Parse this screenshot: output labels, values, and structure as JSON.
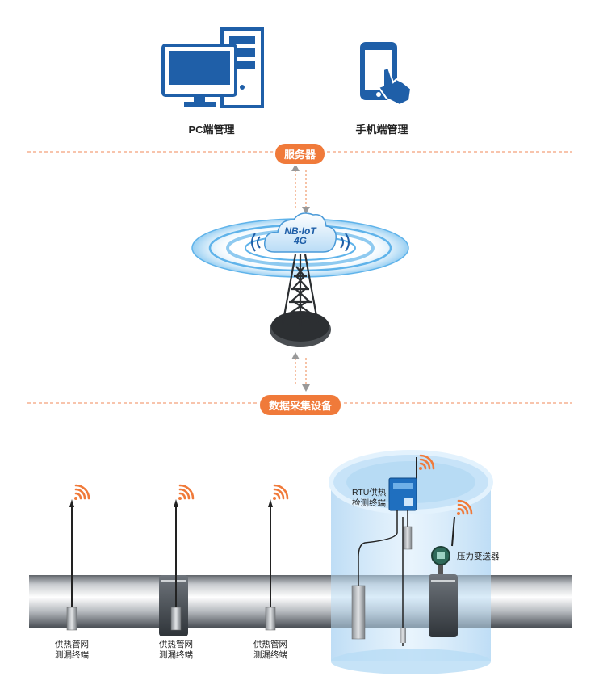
{
  "top": {
    "pc_label": "PC端管理",
    "mobile_label": "手机端管理"
  },
  "layers": {
    "server_label": "服务器",
    "network_label": "NB-IoT\n4G",
    "network_line1": "NB-IoT",
    "network_line2": "4G",
    "collection_label": "数据采集设备"
  },
  "devices": {
    "terminal_line1": "供热管网",
    "terminal_line2": "测漏终端",
    "rtu_line1": "RTU供热",
    "rtu_line2": "检测终端",
    "pressure_label": "压力变送器"
  },
  "colors": {
    "accent": "#f07a3a",
    "primary_blue": "#1f5fa8",
    "dash": "#f08a5a"
  }
}
